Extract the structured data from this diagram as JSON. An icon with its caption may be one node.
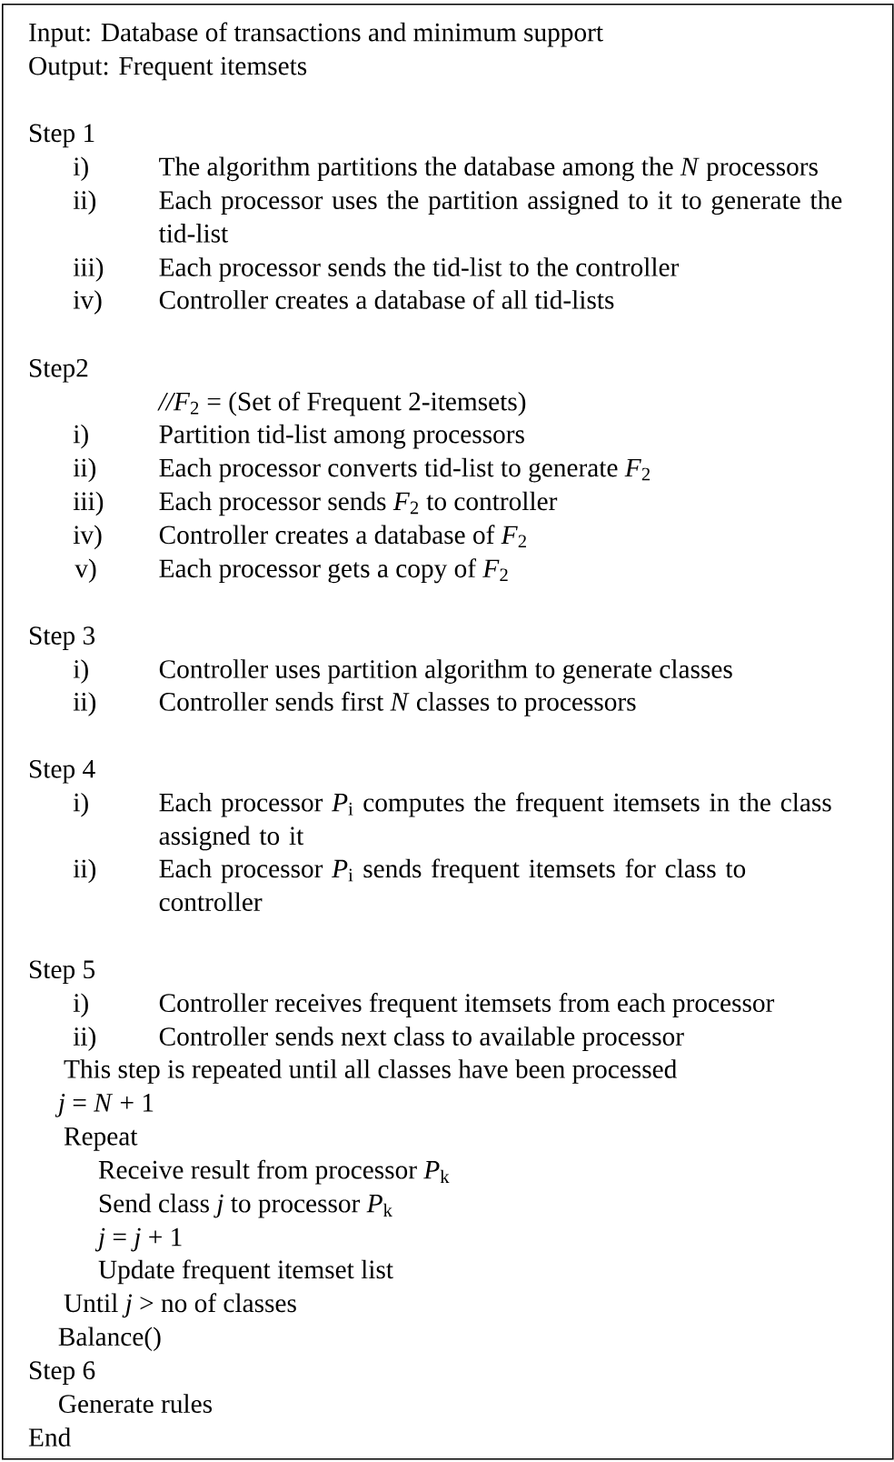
{
  "diagram": {
    "nodes": [
      {
        "text": [
          "Input: Database of transactions and minimum support",
          "Output: Frequent itemsets",
          "Step 1",
          "i)",
          "The algorithm partitions the database among the *N* processors",
          "ii)",
          "Each processor uses the partition assigned to it to generate the tid-list",
          "iii)",
          "Each processor sends the tid-list to the controller",
          "iv)",
          "Controller creates a database of all tid-lists",
          "Step2",
          "*//F*$_{2}$ = (Set of Frequent 2-itemsets)",
          "i)",
          "Partition tid-list among processors",
          "ii)",
          "Each processor converts tid-list to generate *F*$_{2}$",
          "iii)",
          "Each processor sends *F*$_{2}$ to controller",
          "iv)",
          "Controller creates a database of *F*$_{2}$",
          "v)",
          "Each processor gets a copy of *F*$_{2}$",
          "Step 3",
          "i)",
          "Controller uses partition algorithm to generate classes",
          "ii)",
          "Controller sends first *N* classes to processors",
          "Step 4",
          "i)",
          "Each processor *P*$_{i}$ computes the frequent itemsets in the class assigned to it",
          "ii)",
          "Each processor *P*$_{i}$ sends frequent itemsets for class to controller",
          "Step 5",
          "i)",
          "Controller receives frequent itemsets from each processor",
          "ii)",
          "Controller sends next class to available processor",
          "This step is repeated until all classes have been processed",
          "*j* = *N* + 1",
          "Repeat",
          "Receive result from processor *P*$_{k}$",
          "Send class *j* to processor *P*$_{k}$",
          "*j* = *j* + 1",
          "Update frequent itemset list",
          "Until *j* > no of classes",
          "Balance()",
          "Step 6",
          "Generate rules",
          "End"
        ]
      }
    ]
  }
}
